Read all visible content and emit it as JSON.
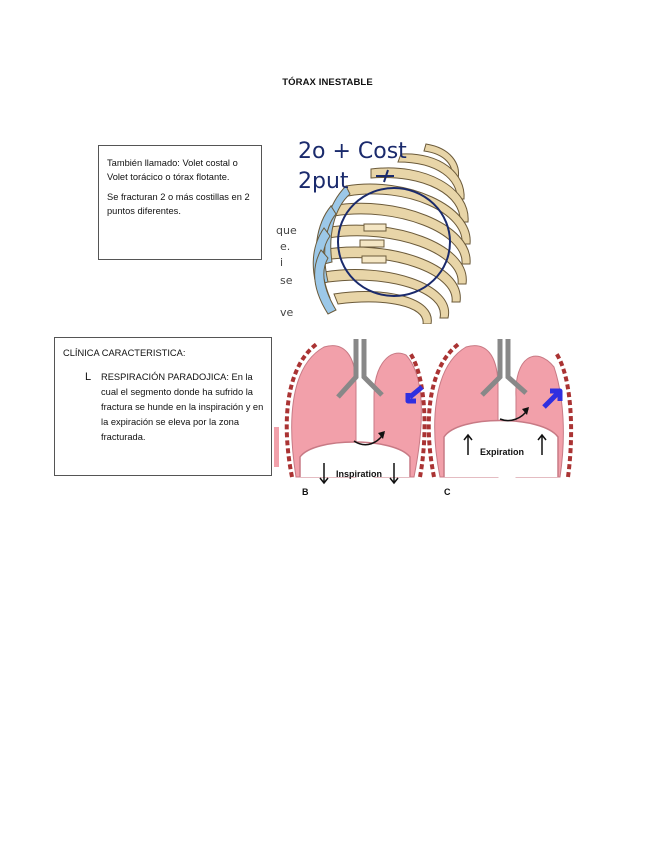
{
  "page": {
    "title": "TÓRAX INESTABLE"
  },
  "definition_box": {
    "paragraph1": "También llamado: Volet costal o Volet torácico o tórax flotante.",
    "paragraph2": "Se fracturan 2 o más costillas en 2 puntos diferentes."
  },
  "rib_image": {
    "handwritten_line1": "2o + Cost",
    "handwritten_line2": "2put",
    "cropped_text": [
      "que",
      "e.",
      "i",
      "se",
      "ve"
    ]
  },
  "clinical_box": {
    "heading": "CLÍNICA CARACTERISTICA:",
    "bullet_symbol": "L",
    "bullet_text": "RESPIRACIÓN PARADOJICA: En la cual el segmento donde ha sufrido la fractura se hunde en la inspiración y en la expiración se eleva por la zona fracturada."
  },
  "lung_diagram": {
    "panel_b_letter": "B",
    "panel_b_label": "Inspiration",
    "panel_c_letter": "C",
    "panel_c_label": "Expiration",
    "accent_color": "#2f2fe0",
    "lung_color": "#f2a0aa"
  }
}
